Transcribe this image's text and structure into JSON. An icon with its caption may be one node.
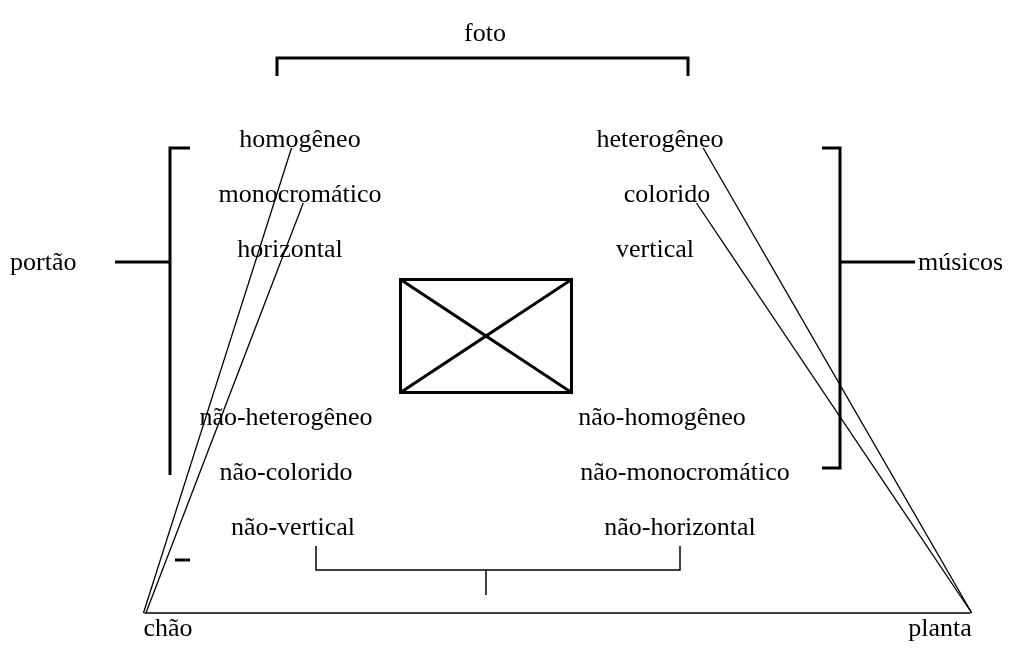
{
  "diagram": {
    "nodes": [
      {
        "text": [
          "homogêneo"
        ]
      },
      {
        "text": [
          "heterogêneo"
        ]
      },
      {
        "text": [
          "monocromático"
        ]
      },
      {
        "text": [
          "colorido"
        ]
      },
      {
        "text": [
          "horizontal"
        ]
      },
      {
        "text": [
          "vertical"
        ]
      },
      {
        "text": [],
        "shape": "box"
      },
      {
        "text": [
          "não-heterogêneo"
        ]
      },
      {
        "text": [
          "não-homogêneo"
        ]
      },
      {
        "text": [
          "não-colorido"
        ]
      },
      {
        "text": [
          "não-monocromático"
        ]
      },
      {
        "text": [
          "não-vertical"
        ]
      },
      {
        "text": [
          "não-horizontal"
        ]
      },
      {
        "text": [
          "chão"
        ]
      },
      {
        "text": [
          "planta"
        ]
      }
    ],
    "edges": [
      {
        "from": 13,
        "to": 0,
        "arrow": "none"
      },
      {
        "from": 13,
        "to": 2,
        "arrow": "none"
      },
      {
        "from": 14,
        "to": 1,
        "arrow": "none"
      },
      {
        "from": 14,
        "to": 3,
        "arrow": "none"
      },
      {
        "from": 13,
        "to": 14,
        "arrow": "none"
      }
    ],
    "labels": [
      "foto",
      "portão",
      "músicos"
    ]
  }
}
